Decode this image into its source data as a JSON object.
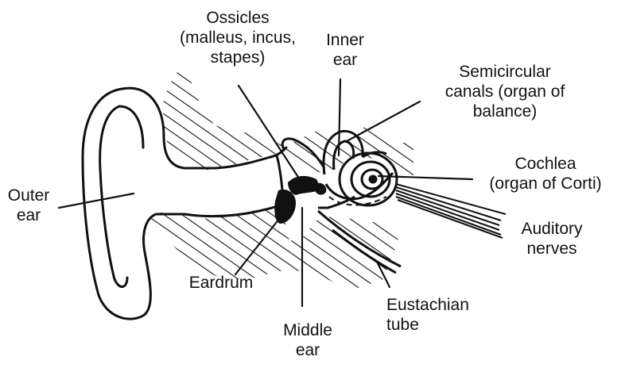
{
  "labels": {
    "ossicles": [
      "Ossicles",
      "(malleus, incus,",
      "stapes)"
    ],
    "inner_ear": [
      "Inner",
      "ear"
    ],
    "semicircular": [
      "Semicircular",
      "canals (organ of",
      "balance)"
    ],
    "cochlea": [
      "Cochlea",
      "(organ of Corti)"
    ],
    "outer_ear": [
      "Outer",
      "ear"
    ],
    "auditory": [
      "Auditory",
      "nerves"
    ],
    "eardrum": [
      "Eardrum"
    ],
    "eustachian": [
      "Eustachian",
      "tube"
    ],
    "middle_ear": [
      "Middle",
      "ear"
    ]
  },
  "colors": {
    "ink": "#111111",
    "background": "#ffffff"
  }
}
